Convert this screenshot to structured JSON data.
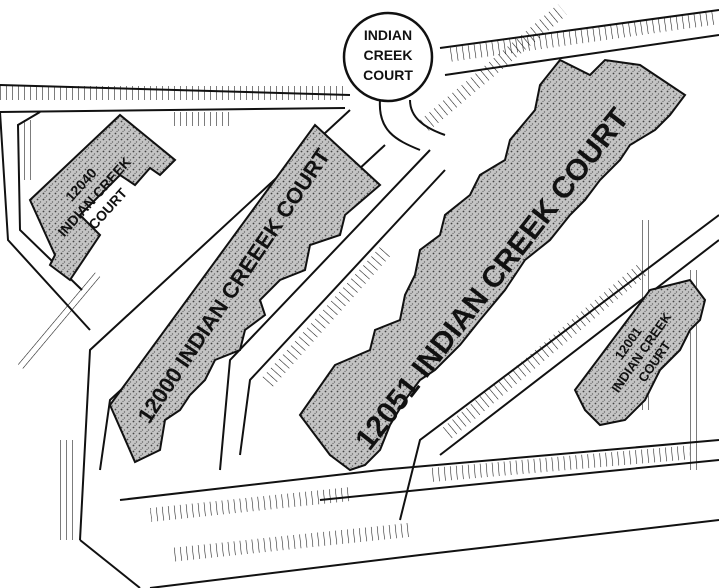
{
  "map": {
    "road_circle": {
      "lines": [
        "INDIAN",
        "CREEK",
        "COURT"
      ]
    },
    "buildings": [
      {
        "id": "12040",
        "lines": [
          "12040",
          "INDIAN CREEK",
          "COURT"
        ]
      },
      {
        "id": "12000",
        "lines": [
          "12000 INDIAN CREEEK COURT"
        ]
      },
      {
        "id": "12051",
        "lines": [
          "12051 INDIAN CREEK COURT"
        ]
      },
      {
        "id": "12001",
        "lines": [
          "12001",
          "INDIAN CREEK",
          "COURT"
        ]
      }
    ],
    "colors": {
      "ink": "#111111",
      "building_fill": "#b9b9b9",
      "background": "#ffffff"
    }
  }
}
